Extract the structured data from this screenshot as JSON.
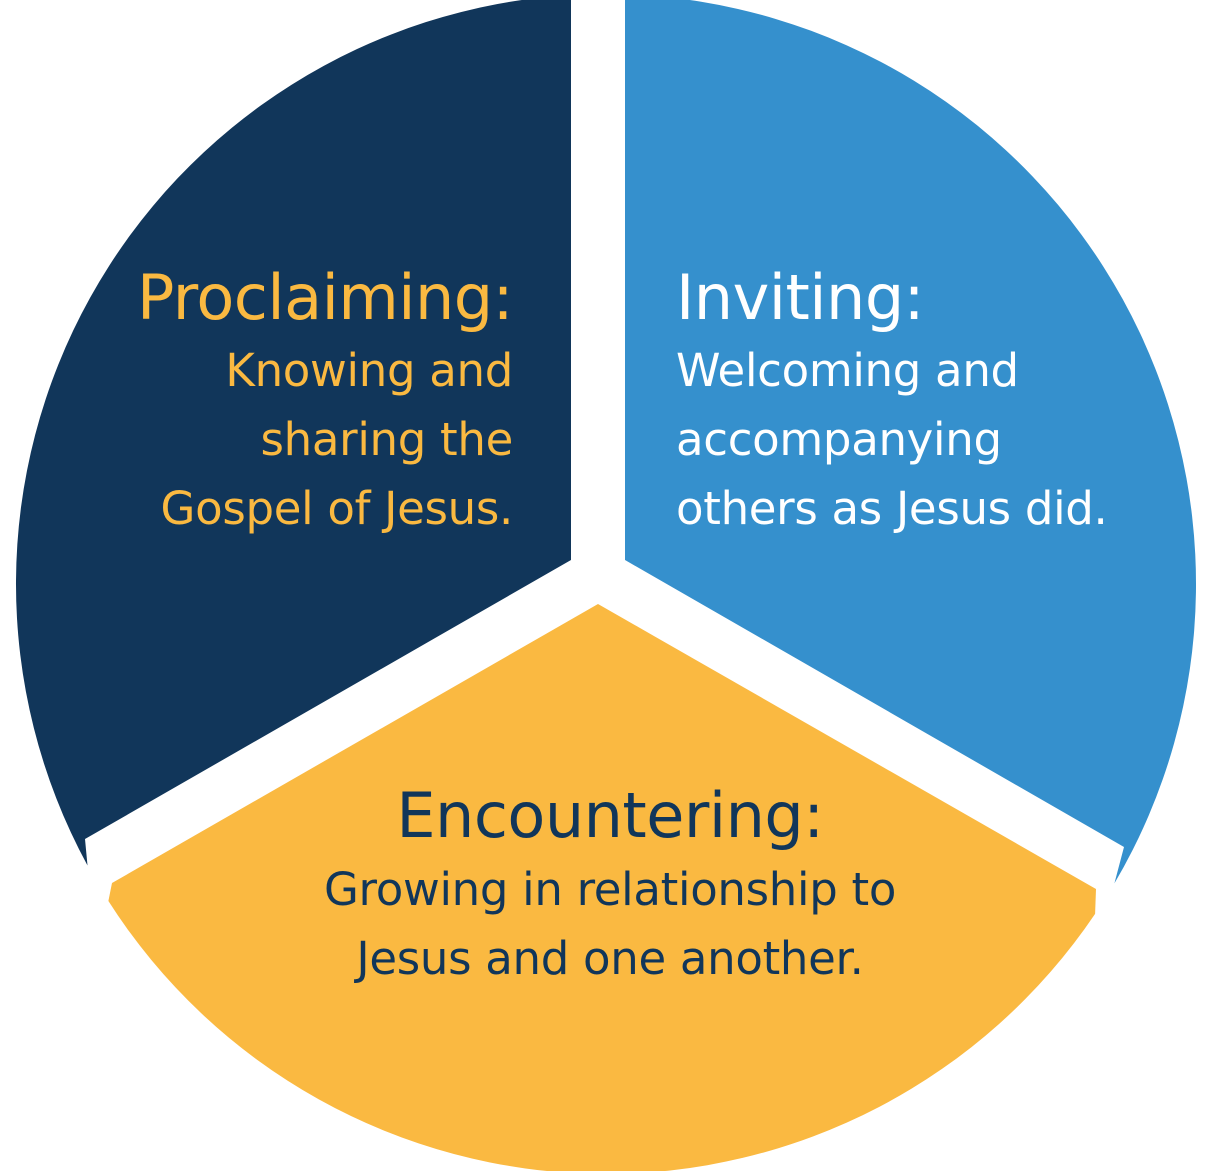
{
  "colors": {
    "proclaiming": "#11365a",
    "inviting": "#3590cd",
    "encountering": "#fab941",
    "gap": "#ffffff"
  },
  "segments": [
    {
      "id": "proclaiming",
      "title": "Proclaiming:",
      "lines": [
        "Knowing and",
        "sharing the",
        "Gospel of Jesus."
      ],
      "fill": "#11365a",
      "text_color": "#fab941"
    },
    {
      "id": "inviting",
      "title": "Inviting:",
      "lines": [
        "Welcoming and",
        "accompanying",
        "others as Jesus did."
      ],
      "fill": "#3590cd",
      "text_color": "#ffffff"
    },
    {
      "id": "encountering",
      "title": "Encountering:",
      "lines": [
        "Growing in relationship to",
        "Jesus and one another."
      ],
      "fill": "#fab941",
      "text_color": "#11365a"
    }
  ]
}
